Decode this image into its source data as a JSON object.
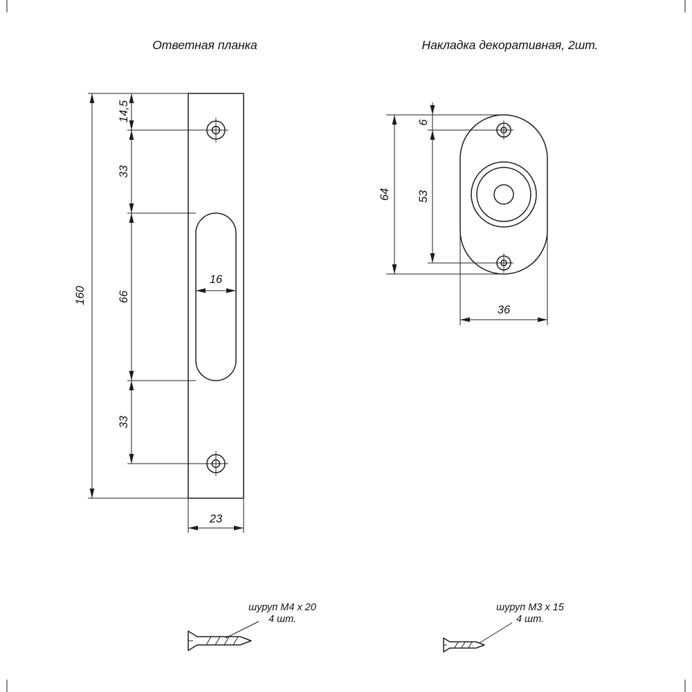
{
  "titles": {
    "left": "Ответная планка",
    "right": "Накладка декоративная, 2шт."
  },
  "strike_plate": {
    "dim_overall_height": "160",
    "dim_top_to_hole": "14,5",
    "dim_hole_to_slot": "33",
    "dim_slot_length": "66",
    "dim_slot_to_hole": "33",
    "dim_slot_width": "16",
    "dim_width": "23"
  },
  "cover_plate": {
    "dim_top_to_hole": "6",
    "dim_hole_spacing": "53",
    "dim_overall_height": "64",
    "dim_width": "36"
  },
  "screws": {
    "left": {
      "label": "шуруп М4 х 20",
      "qty": "4 шт."
    },
    "right": {
      "label": "шуруп М3 х 15",
      "qty": "4 шт."
    }
  },
  "colors": {
    "line": "#1c1c1c",
    "background": "#ffffff"
  }
}
